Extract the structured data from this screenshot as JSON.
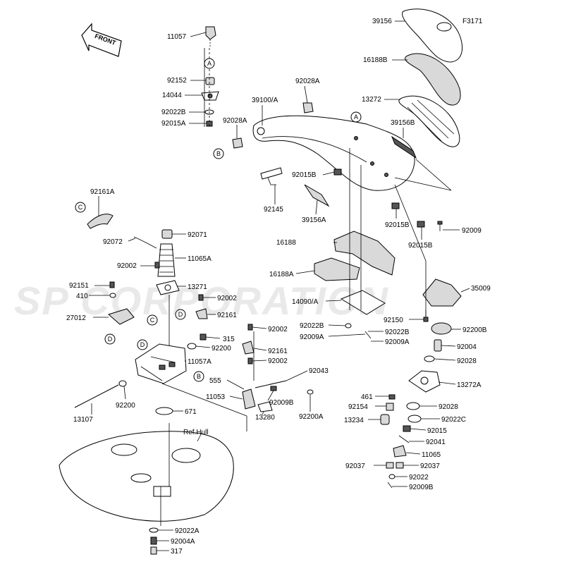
{
  "figure_code": "F3171",
  "watermark": "SP CORPORATION",
  "front_label": "FRONT",
  "callouts": [
    "A",
    "A",
    "B",
    "B",
    "C",
    "C",
    "D",
    "D",
    "D"
  ],
  "parts": [
    "11057",
    "92152",
    "14044",
    "92022B",
    "92015A",
    "39100/A",
    "92028A",
    "92028A",
    "39156",
    "16188B",
    "13272",
    "39156B",
    "92015B",
    "92145",
    "39156A",
    "92015B",
    "92015B",
    "92009",
    "92161A",
    "92072",
    "92071",
    "11065A",
    "92002",
    "13271",
    "92151",
    "410",
    "27012",
    "92002",
    "92161",
    "315",
    "92200",
    "11057A",
    "16188",
    "16188A",
    "14090/A",
    "35009",
    "92150",
    "92200B",
    "92022B",
    "92022B",
    "92009A",
    "92009A",
    "92002",
    "92161",
    "92002",
    "555",
    "92043",
    "11053",
    "92009B",
    "13280",
    "92200A",
    "13107",
    "92200",
    "671",
    "Ref.Hull",
    "92004",
    "92028",
    "13272A",
    "461",
    "92154",
    "92028",
    "13234",
    "92022C",
    "92015",
    "92041",
    "11065",
    "92037",
    "92037",
    "92022",
    "92009B",
    "92022A",
    "92004A",
    "317"
  ]
}
